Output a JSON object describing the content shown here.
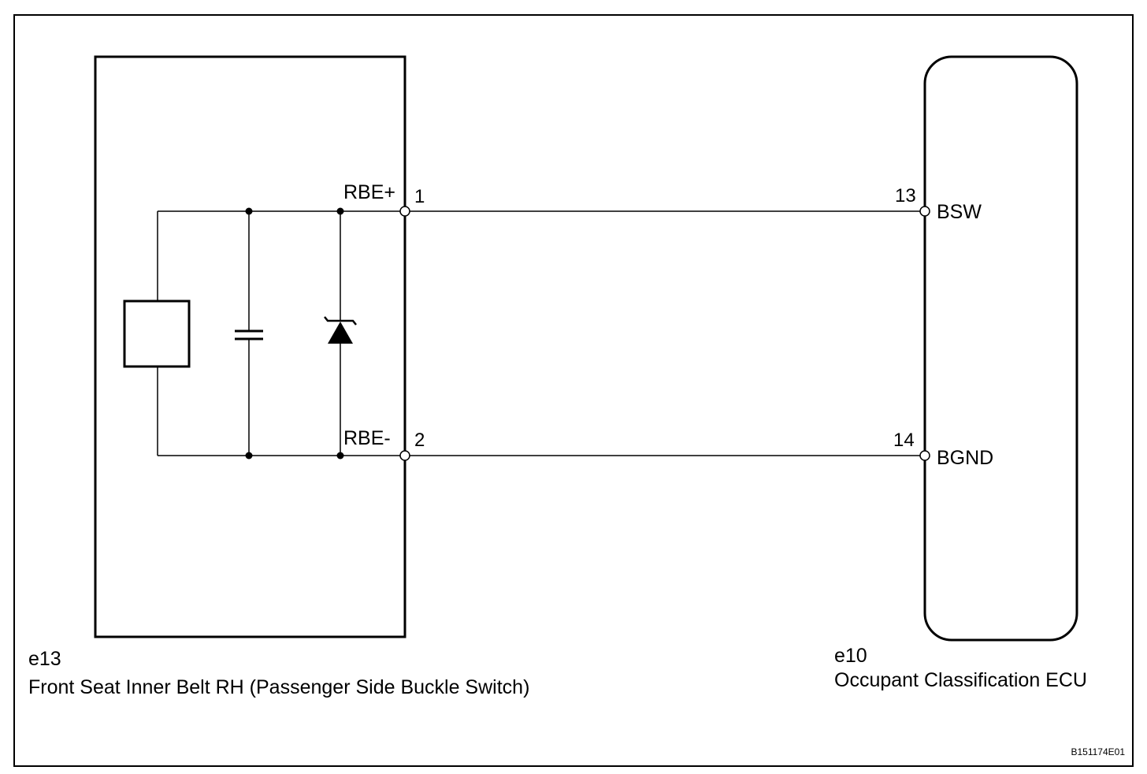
{
  "colors": {
    "line": "#000000",
    "background": "#ffffff"
  },
  "left_component": {
    "code": "e13",
    "name": "Front Seat Inner Belt RH (Passenger Side Buckle Switch)",
    "pins": [
      {
        "number": "1",
        "signal": "RBE+"
      },
      {
        "number": "2",
        "signal": "RBE-"
      }
    ]
  },
  "right_component": {
    "code": "e10",
    "name": "Occupant Classification ECU",
    "pins": [
      {
        "number": "13",
        "signal": "BSW"
      },
      {
        "number": "14",
        "signal": "BGND"
      }
    ]
  },
  "diagram_code": "B151174E01"
}
